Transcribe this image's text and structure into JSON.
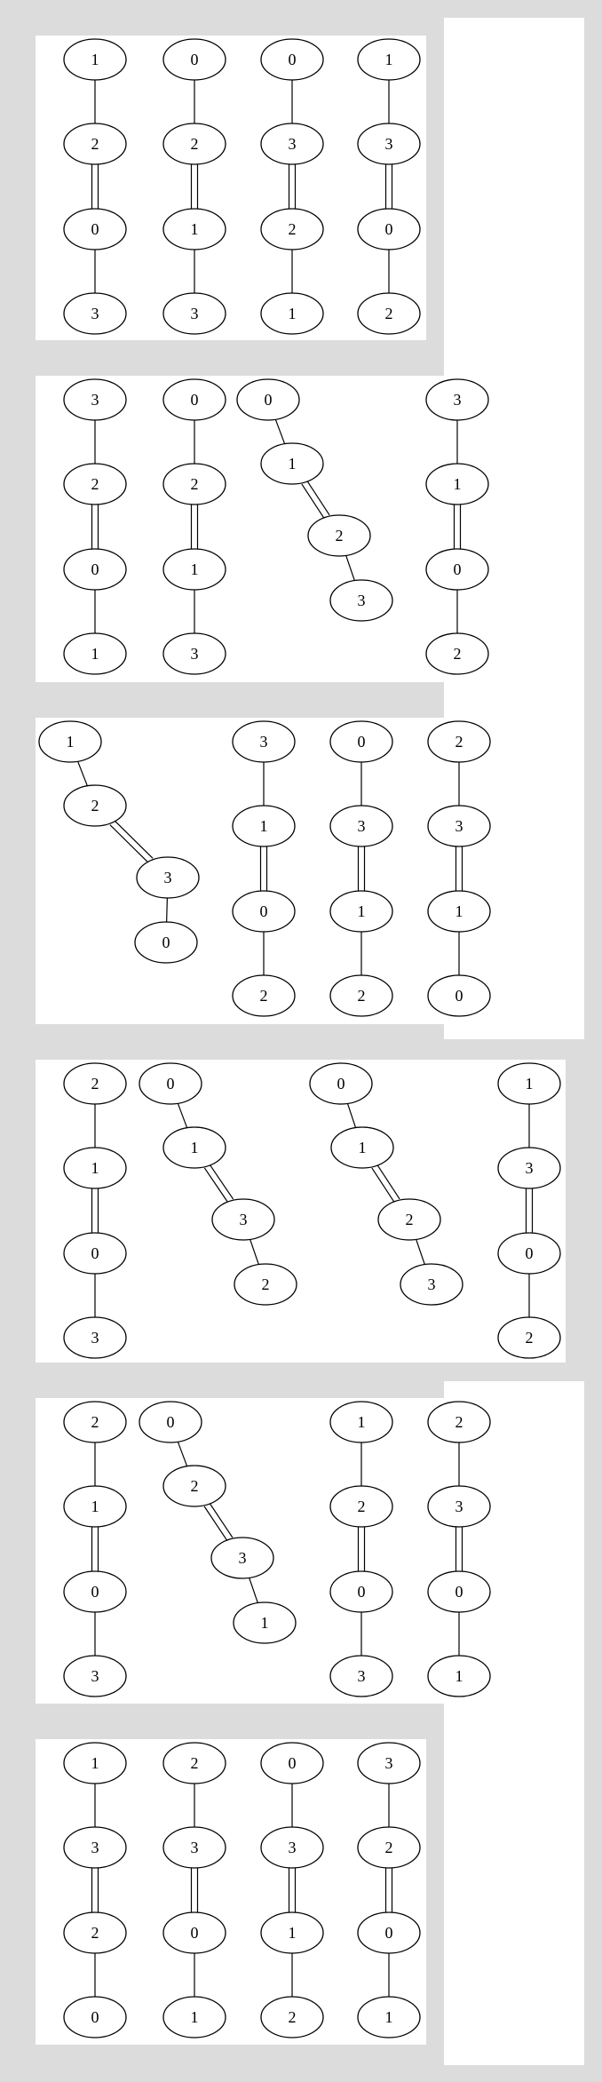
{
  "diagram": {
    "panels": [
      {
        "molecules": [
          {
            "atoms": [
              "1",
              "2",
              "0",
              "3"
            ],
            "bonds": [
              1,
              2,
              1
            ]
          },
          {
            "atoms": [
              "0",
              "2",
              "1",
              "3"
            ],
            "bonds": [
              1,
              2,
              1
            ]
          },
          {
            "atoms": [
              "0",
              "3",
              "2",
              "1"
            ],
            "bonds": [
              1,
              2,
              1
            ]
          },
          {
            "atoms": [
              "1",
              "3",
              "0",
              "2"
            ],
            "bonds": [
              1,
              2,
              1
            ]
          }
        ]
      },
      {
        "molecules": [
          {
            "atoms": [
              "3",
              "2",
              "0",
              "1"
            ],
            "bonds": [
              1,
              2,
              1
            ]
          },
          {
            "atoms": [
              "0",
              "2",
              "1",
              "3"
            ],
            "bonds": [
              1,
              2,
              1
            ]
          },
          {
            "atoms": [
              "0",
              "1",
              "2",
              "3"
            ],
            "bonds": [
              1,
              2,
              1
            ]
          },
          {
            "atoms": [
              "3",
              "1",
              "0",
              "2"
            ],
            "bonds": [
              1,
              2,
              1
            ]
          }
        ]
      },
      {
        "molecules": [
          {
            "atoms": [
              "1",
              "2",
              "3",
              "0"
            ],
            "bonds": [
              1,
              2,
              1
            ]
          },
          {
            "atoms": [
              "3",
              "1",
              "0",
              "2"
            ],
            "bonds": [
              1,
              2,
              1
            ]
          },
          {
            "atoms": [
              "0",
              "3",
              "1",
              "2"
            ],
            "bonds": [
              1,
              2,
              1
            ]
          },
          {
            "atoms": [
              "2",
              "3",
              "1",
              "0"
            ],
            "bonds": [
              1,
              2,
              1
            ]
          }
        ]
      },
      {
        "molecules": [
          {
            "atoms": [
              "2",
              "1",
              "0",
              "3"
            ],
            "bonds": [
              1,
              2,
              1
            ]
          },
          {
            "atoms": [
              "0",
              "1",
              "3",
              "2"
            ],
            "bonds": [
              1,
              2,
              1
            ]
          },
          {
            "atoms": [
              "0",
              "1",
              "2",
              "3"
            ],
            "bonds": [
              1,
              2,
              1
            ]
          },
          {
            "atoms": [
              "1",
              "3",
              "0",
              "2"
            ],
            "bonds": [
              1,
              2,
              1
            ]
          }
        ]
      },
      {
        "molecules": [
          {
            "atoms": [
              "2",
              "1",
              "0",
              "3"
            ],
            "bonds": [
              1,
              2,
              1
            ]
          },
          {
            "atoms": [
              "0",
              "2",
              "3",
              "1"
            ],
            "bonds": [
              1,
              2,
              1
            ]
          },
          {
            "atoms": [
              "1",
              "2",
              "0",
              "3"
            ],
            "bonds": [
              1,
              2,
              1
            ]
          },
          {
            "atoms": [
              "2",
              "3",
              "0",
              "1"
            ],
            "bonds": [
              1,
              2,
              1
            ]
          }
        ]
      },
      {
        "molecules": [
          {
            "atoms": [
              "1",
              "3",
              "2",
              "0"
            ],
            "bonds": [
              1,
              2,
              1
            ]
          },
          {
            "atoms": [
              "2",
              "3",
              "0",
              "1"
            ],
            "bonds": [
              1,
              2,
              1
            ]
          },
          {
            "atoms": [
              "0",
              "3",
              "1",
              "2"
            ],
            "bonds": [
              1,
              2,
              1
            ]
          },
          {
            "atoms": [
              "3",
              "2",
              "0",
              "1"
            ],
            "bonds": [
              1,
              2,
              1
            ]
          }
        ]
      }
    ]
  }
}
